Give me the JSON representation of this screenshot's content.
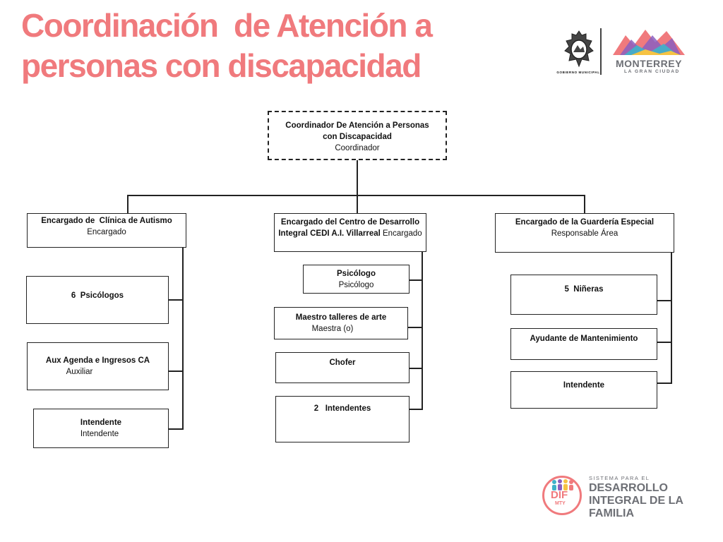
{
  "title": {
    "line1": "Coordinación  de Atención a",
    "line2": "personas con discapacidad"
  },
  "logos": {
    "municipal_seal_text": "GOBIERNO MUNICIPAL",
    "city": "MONTERREY",
    "city_tagline": "LA GRAN CIUDAD",
    "dif_mark": "DIF",
    "dif_mark_sub": "MTY",
    "dif_system": "SISTEMA PARA EL",
    "dif_line1": "DESARROLLO",
    "dif_line2": "INTEGRAL DE LA",
    "dif_line3": "FAMILIA",
    "colors": {
      "accent": "#f07a7d",
      "gray": "#6d6f75"
    }
  },
  "org": {
    "root": {
      "line1": "Coordinador De Atención a Personas",
      "line2": "con Discapacidad",
      "role": "Coordinador"
    },
    "branch_autismo": {
      "head": {
        "title": "Encargado de  Clínica de Autismo",
        "role": "Encargado"
      },
      "items": [
        {
          "title": "6  Psicólogos",
          "role": ""
        },
        {
          "title": "Aux Agenda e Ingresos CA",
          "role": "Auxiliar"
        },
        {
          "title": "Intendente",
          "role": "Intendente"
        }
      ]
    },
    "branch_cedi": {
      "head": {
        "line1": "Encargado del Centro de Desarrollo",
        "line2_bold": "Integral CEDI A.I. Villarreal",
        "line2_role": " Encargado"
      },
      "items": [
        {
          "title": "Psicólogo",
          "role": "Psicólogo"
        },
        {
          "title": "Maestro talleres de arte",
          "role": "Maestra (o)"
        },
        {
          "title": "Chofer",
          "role": ""
        },
        {
          "title": "2   Intendentes",
          "role": ""
        }
      ]
    },
    "branch_guarderia": {
      "head": {
        "title": "Encargado de la Guardería Especial",
        "role": "Responsable Área"
      },
      "items": [
        {
          "title": "5  Niñeras",
          "role": ""
        },
        {
          "title": "Ayudante de Mantenimiento",
          "role": ""
        },
        {
          "title": "Intendente",
          "role": ""
        }
      ]
    }
  }
}
